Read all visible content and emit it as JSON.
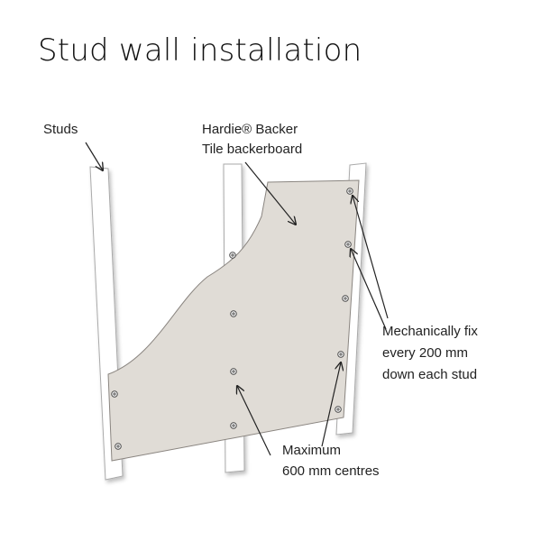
{
  "title": "Stud wall installation",
  "labels": {
    "studs": "Studs",
    "board_line1": "Hardie® Backer",
    "board_line2": "Tile backerboard",
    "fix_line1": "Mechanically fix",
    "fix_line2": "every 200 mm",
    "fix_line3": "down each stud",
    "max_line1": "Maximum",
    "max_line2": "600 mm centres"
  },
  "colors": {
    "board": "#e0dcd6",
    "stud": "#ffffff",
    "outline": "#888888"
  }
}
